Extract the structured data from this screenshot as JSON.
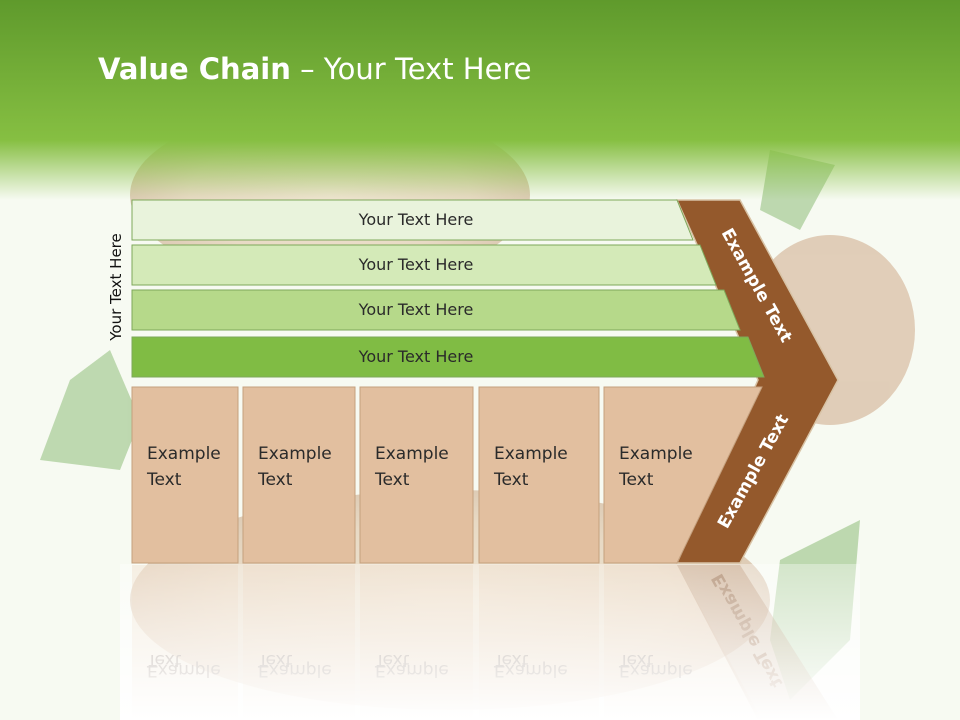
{
  "slide": {
    "title_bold": "Value Chain",
    "title_rest": " – Your Text Here",
    "side_label": "Your Text Here"
  },
  "diagram": {
    "bars": [
      {
        "label": "Your Text Here",
        "color": "#e9f3dc"
      },
      {
        "label": "Your Text Here",
        "color": "#d4eab8"
      },
      {
        "label": "Your Text Here",
        "color": "#b6d98a"
      },
      {
        "label": "Your Text Here",
        "color": "#80bc44"
      }
    ],
    "boxes": [
      {
        "line1": "Example",
        "line2": "Text"
      },
      {
        "line1": "Example",
        "line2": "Text"
      },
      {
        "line1": "Example",
        "line2": "Text"
      },
      {
        "line1": "Example",
        "line2": "Text"
      },
      {
        "line1": "Example",
        "line2": "Text"
      }
    ],
    "arrow_upper_label": "Example Text",
    "arrow_lower_label": "Example Text",
    "arrow_color": "#94592c",
    "box_color": "#e2bf9f",
    "header_color": "#7ab535"
  }
}
